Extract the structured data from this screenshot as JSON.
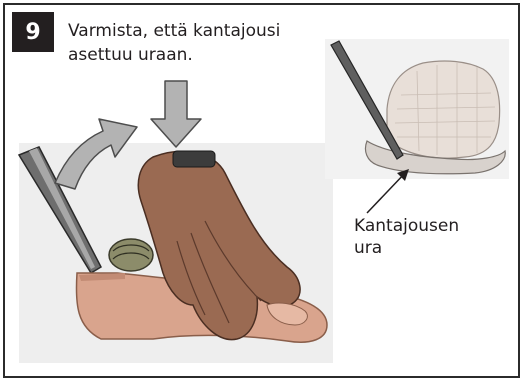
{
  "step": {
    "number": "9",
    "instruction_lines": [
      "Varmista, että kantajousi",
      "asettuu uraan."
    ]
  },
  "callout": {
    "label_lines": [
      "Kantajousen",
      "ura"
    ]
  },
  "colors": {
    "badge_background": "#231f20",
    "text": "#231f20",
    "frame": "#2b2b2b",
    "arrow_fill": "#b3b3b3",
    "arrow_stroke": "#4d4d4d",
    "photo_background": "#eeeeee"
  },
  "icons": {
    "curved_arrow": "curved-arrow-icon",
    "down_arrow": "down-arrow-icon",
    "pointer_arrow": "pointer-arrow-icon"
  }
}
